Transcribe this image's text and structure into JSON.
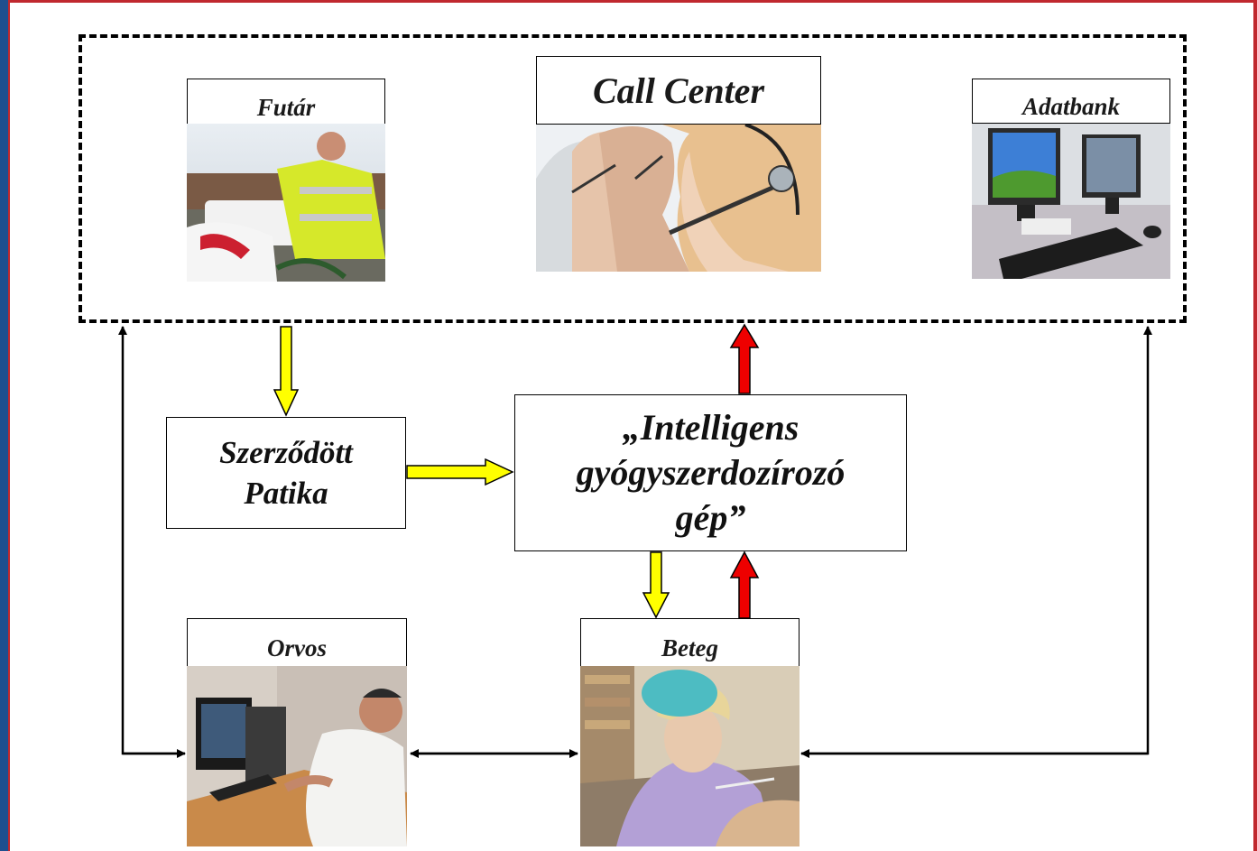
{
  "nodes": {
    "futar": {
      "label": "Futár",
      "photo_icon": "courier-photo-icon"
    },
    "call_center": {
      "label": "Call Center",
      "photo_icon": "call-center-photo-icon"
    },
    "adatbank": {
      "label": "Adatbank",
      "photo_icon": "computers-photo-icon"
    },
    "patika": {
      "line1": "Szerződött",
      "line2": "Patika"
    },
    "machine": {
      "line1": "„Intelligens",
      "line2": "gyógyszerdozírozó",
      "line3": "gép”"
    },
    "orvos": {
      "label": "Orvos",
      "photo_icon": "doctor-photo-icon"
    },
    "beteg": {
      "label": "Beteg",
      "photo_icon": "patient-photo-icon"
    }
  },
  "colors": {
    "yellow_arrow": "#ffff00",
    "red_arrow": "#ee0000",
    "frame_blue": "#1f4f8f",
    "frame_red": "#c0282e"
  }
}
